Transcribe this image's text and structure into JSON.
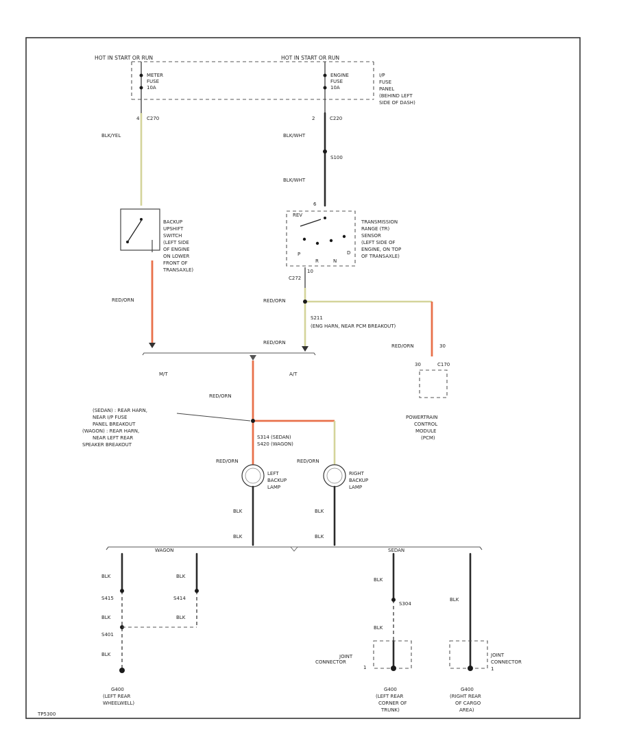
{
  "colors": {
    "yellow_wire": "#d4d49a",
    "red_orange_wire": "#e8704a",
    "black_wire": "#2a2a2a"
  },
  "top": {
    "left_hot_label": "HOT IN START OR RUN",
    "right_hot_label": "HOT IN START OR RUN",
    "meter_fuse": [
      "METER",
      "FUSE",
      "10A"
    ],
    "engine_fuse": [
      "ENGINE",
      "FUSE",
      "10A"
    ],
    "ip_fuse_panel": [
      "I/P",
      "FUSE",
      "PANEL",
      "(BEHIND LEFT",
      "SIDE OF DASH)"
    ]
  },
  "left_branch": {
    "pin": "4",
    "connector": "C270",
    "wire_color": "BLK/YEL",
    "switch_desc": [
      "BACKUP",
      "UPSHIFT",
      "SWITCH",
      "(LEFT SIDE",
      "OF ENGINE",
      "ON LOWER",
      "FRONT OF",
      "TRANSAXLE)"
    ],
    "output_wire": "RED/ORN",
    "mt_label": "M/T"
  },
  "right_branch": {
    "pin": "2",
    "connector": "C220",
    "wire_color_1": "BLK/WHT",
    "splice": "S100",
    "wire_color_2": "BLK/WHT",
    "tr_pin_top": "6",
    "tr_rev": "REV",
    "tr_desc": [
      "TRANSMISSION",
      "RANGE (TR)",
      "SENSOR",
      "(LEFT SIDE OF",
      "ENGINE, ON TOP",
      "OF TRANSAXLE)"
    ],
    "tr_position_letters": [
      "P",
      "R",
      "N",
      "D"
    ],
    "tr_out_pin": "10",
    "tr_out_conn": "C272",
    "output_wire": "RED/ORN",
    "splice_s211": "S211",
    "splice_desc": "(ENG HARN, NEAR PCM BREAKOUT)",
    "lower_wire": "RED/ORN",
    "at_label": "A/T",
    "pcm_wire": "RED/ORN",
    "pcm_pin": "30",
    "pcm_conn": "C170",
    "pcm_desc": [
      "POWERTRAIN",
      "CONTROL",
      "MODULE",
      "(PCM)"
    ]
  },
  "middle": {
    "wire_color": "RED/ORN",
    "splice_desc": [
      "(SEDAN) : REAR HARN,",
      "NEAR I/P FUSE",
      "PANEL BREAKOUT",
      "(WAGON) : REAR HARN,",
      "NEAR LEFT REAR",
      "SPEAKER BREAKOUT"
    ],
    "splice_name": "S314 (SEDAN)",
    "splice_name_2": "S420 (WAGON)",
    "left_lamp_wire": "RED/ORN",
    "left_lamp": [
      "LEFT",
      "BACKUP",
      "LAMP"
    ],
    "right_lamp_wire": "RED/ORN",
    "right_lamp": [
      "RIGHT",
      "BACKUP",
      "LAMP"
    ],
    "left_gnd_wire_1": "BLK",
    "left_gnd_wire_2": "BLK",
    "right_gnd_wire_1": "BLK",
    "right_gnd_wire_2": "BLK"
  },
  "bottom": {
    "wagon_label": "WAGON",
    "sedan_label": "SEDAN",
    "w1_wire_a": "BLK",
    "w1_splice": "S415",
    "w1_wire_b": "BLK",
    "w1_splice_2": "S401",
    "w1_wire_c": "BLK",
    "w1_ground": [
      "G400",
      "(LEFT REAR",
      "WHEELWELL)"
    ],
    "w2_wire_a": "BLK",
    "w2_splice": "S414",
    "w2_wire_b": "BLK",
    "s1_wire_a": "BLK",
    "s1_splice": "S304",
    "s1_wire_b": "BLK",
    "s1_joint": [
      "JOINT",
      "CONNECTOR",
      "1"
    ],
    "s1_ground": [
      "G400",
      "(LEFT REAR",
      "CORNER OF",
      "TRUNK)"
    ],
    "s2_wire": "BLK",
    "s2_joint": [
      "JOINT",
      "CONNECTOR",
      "1"
    ],
    "s2_ground": [
      "G400",
      "(RIGHT REAR",
      "OF CARGO",
      "AREA)"
    ],
    "figure_id": "TP5300"
  }
}
